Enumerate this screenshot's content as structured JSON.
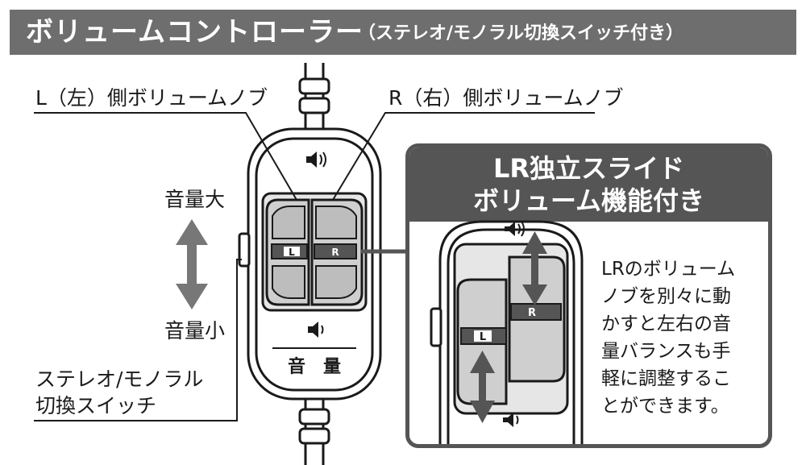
{
  "title": {
    "main": "ボリュームコントローラー",
    "sub": "（ステレオ/モノラル切換スイッチ付き）"
  },
  "labels": {
    "left_knob": "L（左）側ボリュームノブ",
    "right_knob": "R（右）側ボリュームノブ",
    "volume_up": "音量大",
    "volume_down": "音量小",
    "switch_line1": "ステレオ/モノラル",
    "switch_line2": "切換スイッチ"
  },
  "device": {
    "knob_left_tag": "L",
    "knob_right_tag": "R",
    "volume_text": "音　量"
  },
  "callout": {
    "title_line1": "LR独立スライド",
    "title_line2": "ボリューム機能付き",
    "description": "LRのボリューム\nノブを別々に動\nかすと左右の音\n量バランスも手\n軽に調整するこ\nとができます。",
    "knob_left_tag": "L",
    "knob_right_tag": "R"
  },
  "colors": {
    "title_bar": "#6e6e6e",
    "callout_dark": "#555555",
    "arrow_gray": "#777777",
    "device_fill": "#d4d4d4"
  }
}
